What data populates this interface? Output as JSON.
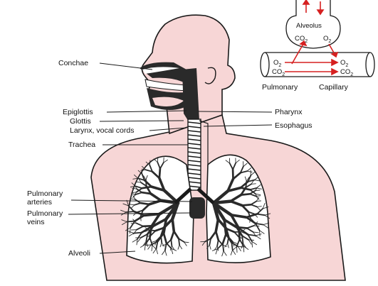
{
  "labels": {
    "conchae": "Conchae",
    "epiglottis": "Epiglottis",
    "glottis": "Glottis",
    "larynx": "Larynx, vocal cords",
    "trachea": "Trachea",
    "pulmonary_arteries_1": "Pulmonary",
    "pulmonary_arteries_2": "arteries",
    "pulmonary_veins_1": "Pulmonary",
    "pulmonary_veins_2": "veins",
    "alveoli": "Alveoli",
    "pharynx": "Pharynx",
    "esophagus": "Esophagus"
  },
  "inset": {
    "alveolus": "Alveolus",
    "co2_top": "CO",
    "o2_top": "O",
    "o2_left": "O",
    "co2_left": "CO",
    "o2_right": "O",
    "co2_right": "CO",
    "sub2": "2",
    "pulmonary": "Pulmonary",
    "capillary": "Capillary"
  },
  "colors": {
    "skin": "#f7d6d6",
    "outline": "#1a1a1a",
    "arrow": "#d62020",
    "lung_dark": "#2a2a2a"
  }
}
